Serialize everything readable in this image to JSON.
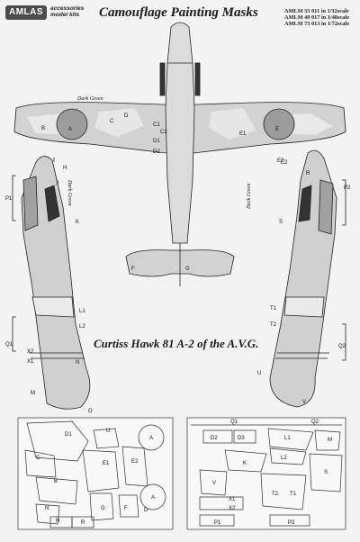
{
  "header": {
    "logo": "AMLAS",
    "tagline_line1": "accessories",
    "tagline_line2": "model kits",
    "title": "Camouflage Painting Masks",
    "codes": [
      "AMLM 33 011 in 1/32scale",
      "AMLM 49 017 in 1/48scale",
      "AMLM 73 013 in 1/72scale"
    ]
  },
  "caption": "Curtiss Hawk 81 A-2 of the A.V.G.",
  "plan_view": {
    "color_note": "Dark Green",
    "labels": [
      "A",
      "B",
      "C",
      "C1",
      "C2",
      "D",
      "D1",
      "D2",
      "E",
      "E1",
      "E2",
      "F",
      "G"
    ]
  },
  "left_profile": {
    "color_note": "Dark Green",
    "labels": [
      "H",
      "J",
      "K",
      "P1",
      "L1",
      "L2",
      "Q1",
      "X2",
      "X1",
      "N",
      "M",
      "O"
    ]
  },
  "right_profile": {
    "color_note": "Dark Green",
    "labels": [
      "E2",
      "R",
      "P2",
      "S",
      "T1",
      "T2",
      "Q2",
      "U",
      "V"
    ]
  },
  "mask_sheet_left": {
    "labels": [
      "D1",
      "U",
      "A",
      "C",
      "E1",
      "E2",
      "B",
      "A",
      "H",
      "N",
      "G",
      "F",
      "D",
      "R"
    ]
  },
  "mask_sheet_right": {
    "labels": [
      "Q1",
      "Q2",
      "D2",
      "D3",
      "L1",
      "M",
      "L2",
      "K",
      "S",
      "V",
      "T2",
      "T1",
      "X1",
      "X2",
      "P1",
      "P2"
    ]
  },
  "colors": {
    "paper": "#f3f3f3",
    "camo_light": "#d2d2d2",
    "camo_dark": "#a9a9a9",
    "roundel": "#9c9c9c",
    "ink": "#222222"
  }
}
